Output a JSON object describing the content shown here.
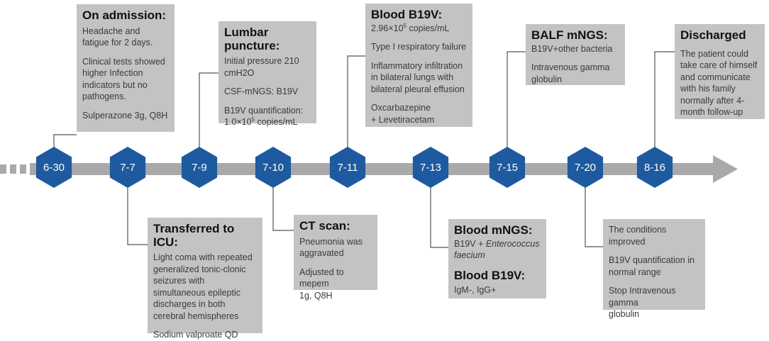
{
  "timeline": {
    "dates": [
      "6-30",
      "7-7",
      "7-9",
      "7-10",
      "7-11",
      "7-13",
      "7-15",
      "7-20",
      "8-16"
    ]
  },
  "boxes": {
    "admission": {
      "title": "On admission:",
      "p1": "Headache and\nfatigue for 2 days.",
      "p2": "Clinical tests showed\nhigher Infection\nindicators but no\npathogens.",
      "p3": "Sulperazone 3g, Q8H"
    },
    "icu": {
      "title": "Transferred to ICU:",
      "p1": "Light coma with repeated\ngeneralized tonic-clonic\nseizures with\nsimultaneous epileptic\ndischarges in both\ncerebral hemispheres",
      "p2": "Sodium valproate QD"
    },
    "lumbar": {
      "title": "Lumbar puncture:",
      "p1": "Initial pressure 210\ncmH2O",
      "p2": "CSF-mNGS: B19V",
      "p3a": "B19V quantification:",
      "p3b": "1.0×10",
      "p3sup": "5",
      "p3c": " copies/mL"
    },
    "ct": {
      "title": "CT scan:",
      "p1": "Pneumonia was\naggravated",
      "p2": "Adjusted to mepem\n1g, Q8H"
    },
    "blood711": {
      "title": "Blood B19V:",
      "l1a": "2.96×10",
      "l1sup": "5",
      "l1b": " copies/mL",
      "p2": "Type I respiratory failure",
      "p3": "Inflammatory infiltration\nin bilateral lungs with\nbilateral pleural effusion",
      "p4": "Oxcarbazepine\n+ Levetiracetam"
    },
    "blood713": {
      "title": "Blood mNGS:",
      "l1a": "B19V + ",
      "l1b": "Enterococcus\nfaecium",
      "title2": "Blood B19V:",
      "p2": " IgM-, IgG+"
    },
    "balf": {
      "title": "BALF mNGS:",
      "p1": "B19V+other bacteria",
      "p2": "Intravenous gamma\nglobulin"
    },
    "improved": {
      "p1": "The conditions improved",
      "p2": "B19V quantification in\nnormal range",
      "p3": "Stop Intravenous gamma\nglobulin"
    },
    "discharged": {
      "title": "Discharged",
      "p1": "The patient could\ntake care of himself\nand communicate\nwith his family\nnormally after 4-\nmonth follow-up"
    }
  },
  "colors": {
    "hex": "#1e5aa0",
    "arrow": "#a9a9a9",
    "box": "#c3c3c3",
    "connector": "#555555"
  }
}
